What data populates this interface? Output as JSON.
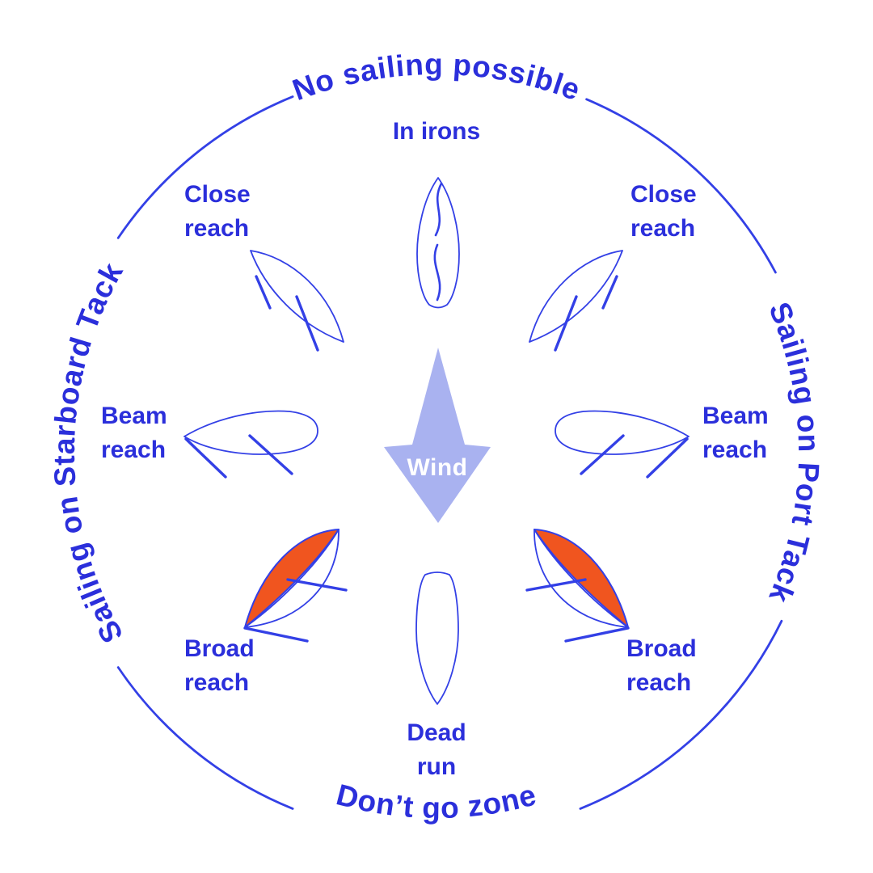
{
  "zones": {
    "top": "No sailing possible",
    "right": "Sailing on Port Tack",
    "bottom": "Don’t go zone",
    "left": "Sailing on Starboard Tack"
  },
  "wind": {
    "label": "Wind"
  },
  "labels": {
    "in_irons": "In irons",
    "close_reach_left": "Close\nreach",
    "close_reach_right": "Close\nreach",
    "beam_reach_left": "Beam\nreach",
    "beam_reach_right": "Beam\nreach",
    "broad_reach_left": "Broad\nreach",
    "broad_reach_right": "Broad\nreach",
    "dead_run": "Dead\nrun"
  },
  "colors": {
    "label_blue": "#2b2fdb",
    "line_blue": "#3340e6",
    "wind_arrow_fill": "#a9b2f0",
    "wind_label_white": "#ffffff",
    "sail_orange": "#f0551f",
    "background": "#ffffff"
  }
}
